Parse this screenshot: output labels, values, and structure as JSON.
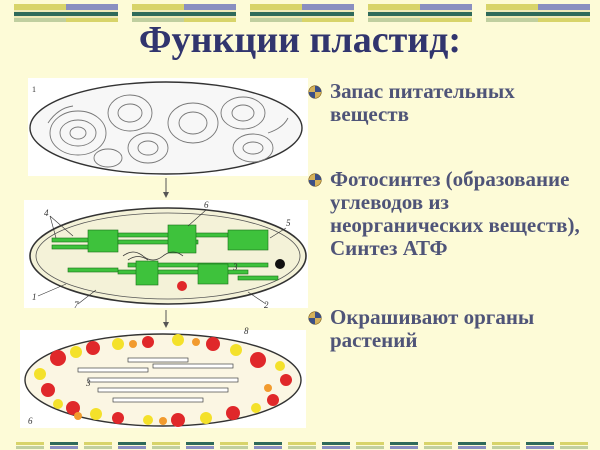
{
  "slide": {
    "title": "Функции пластид:",
    "bullets": [
      {
        "text": "Запас питательных веществ"
      },
      {
        "text": "Фотосинтез (образование углеводов из неорганических веществ), Синтез АТФ"
      },
      {
        "text": "Окрашивают органы растений"
      }
    ]
  },
  "figure": {
    "labels": {
      "top": "1",
      "l1": "1",
      "l2": "2",
      "l3": "3",
      "l4": "4",
      "l5": "5",
      "l6": "6",
      "l7": "7",
      "b3": "3",
      "b6": "6",
      "b8": "8"
    }
  },
  "colors": {
    "background": "#fdfbd7",
    "title": "#31356e",
    "text": "#4f5478",
    "chloroplast_green": "#3ec23c",
    "chromoplast_red": "#e0282a",
    "chromoplast_yellow": "#f4e12a"
  },
  "icons": {
    "bullet": "sphere-bullet-icon"
  }
}
